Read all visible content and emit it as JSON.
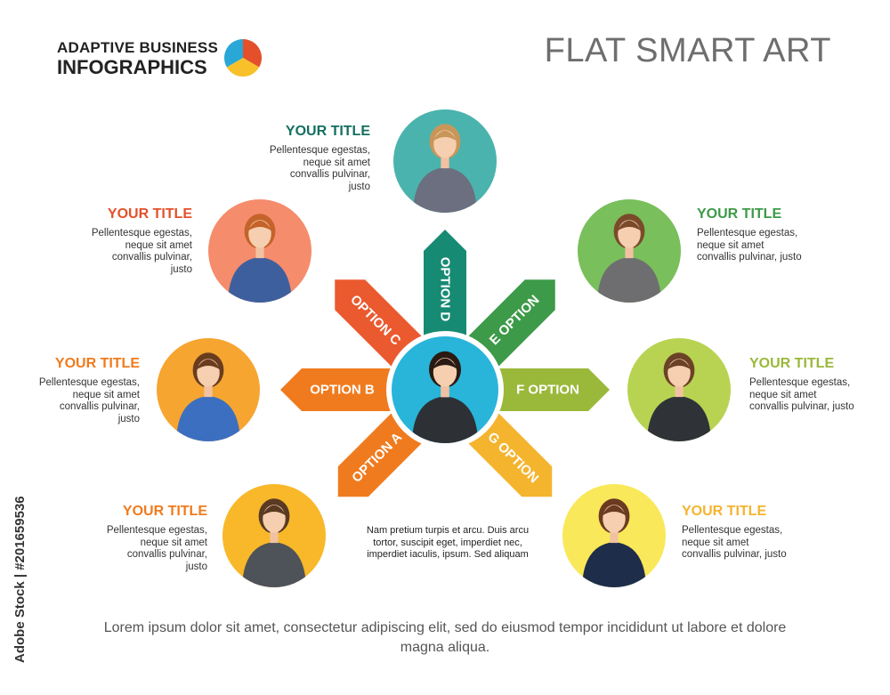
{
  "brand": {
    "line1": "ADAPTIVE BUSINESS",
    "line2": "INFOGRAPHICS"
  },
  "main_title": "FLAT SMART ART",
  "options": [
    {
      "label": "OPTION A",
      "color": "#f07b1e"
    },
    {
      "label": "OPTION B",
      "color": "#f07b1e"
    },
    {
      "label": "OPTION C",
      "color": "#ea5a2e"
    },
    {
      "label": "OPTION D",
      "color": "#178a73"
    },
    {
      "label": "E OPTION",
      "color": "#3d9a48"
    },
    {
      "label": "F OPTION",
      "color": "#9ab83a"
    },
    {
      "label": "G OPTION",
      "color": "#f4b42e"
    }
  ],
  "items": [
    {
      "title": "YOUR TITLE",
      "text": "Pellentesque egestas, neque sit amet convallis pulvinar, justo",
      "title_color": "#136f60",
      "circle_color": "#4bb3ad"
    },
    {
      "title": "YOUR TITLE",
      "text": "Pellentesque egestas, neque sit amet convallis pulvinar, justo",
      "title_color": "#e4502a",
      "circle_color": "#f58c6c"
    },
    {
      "title": "YOUR TITLE",
      "text": "Pellentesque egestas, neque sit amet convallis pulvinar, justo",
      "title_color": "#f07b1e",
      "circle_color": "#f6a531"
    },
    {
      "title": "YOUR TITLE",
      "text": "Pellentesque egestas, neque sit amet convallis pulvinar, justo",
      "title_color": "#f07b1e",
      "circle_color": "#f8b829"
    },
    {
      "title": "YOUR TITLE",
      "text": "Pellentesque egestas, neque sit amet convallis pulvinar, justo",
      "title_color": "#3d9a48",
      "circle_color": "#79bf5b"
    },
    {
      "title": "YOUR TITLE",
      "text": "Pellentesque egestas, neque sit amet convallis pulvinar, justo",
      "title_color": "#9ab83a",
      "circle_color": "#b8d352"
    },
    {
      "title": "YOUR TITLE",
      "text": "Pellentesque egestas, neque sit amet convallis pulvinar, justo",
      "title_color": "#f4b42e",
      "circle_color": "#f9e85a"
    }
  ],
  "center": {
    "text": "Nam pretium turpis et arcu. Duis arcu tortor, suscipit eget, imperdiet nec, imperdiet iaculis, ipsum. Sed aliquam",
    "circle_color": "#29b5d9"
  },
  "footer": "Lorem ipsum dolor sit amet, consectetur adipiscing elit, sed do eiusmod tempor incididunt ut labore et dolore magna aliqua.",
  "side_watermark": "Adobe Stock | #201659536",
  "colors": {
    "accent": "#29b5d9",
    "text": "#444444"
  }
}
